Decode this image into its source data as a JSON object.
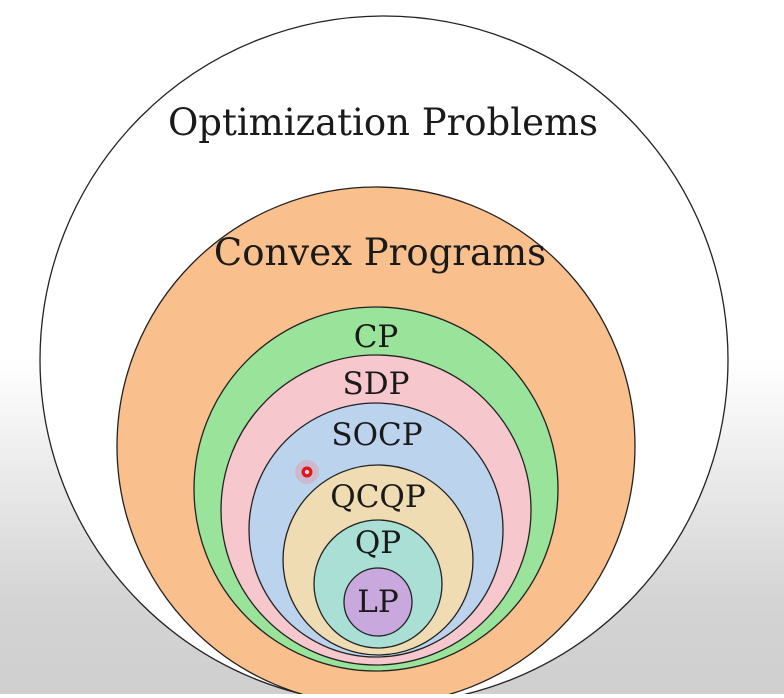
{
  "diagram": {
    "sets": [
      {
        "key": "optimization",
        "label": "Optimization Problems",
        "fill": "#ffffff"
      },
      {
        "key": "convex",
        "label": "Convex Programs",
        "fill": "#f9bf8c"
      },
      {
        "key": "cp",
        "label": "CP",
        "fill": "#99e39a"
      },
      {
        "key": "sdp",
        "label": "SDP",
        "fill": "#f6c7cc"
      },
      {
        "key": "socp",
        "label": "SOCP",
        "fill": "#bcd3ee"
      },
      {
        "key": "qcqp",
        "label": "QCQP",
        "fill": "#efdcb3"
      },
      {
        "key": "qp",
        "label": "QP",
        "fill": "#a9dfd4"
      },
      {
        "key": "lp",
        "label": "LP",
        "fill": "#c8a8dd"
      }
    ],
    "outline_color": "#222222",
    "cursor_color": "#e0141e"
  }
}
